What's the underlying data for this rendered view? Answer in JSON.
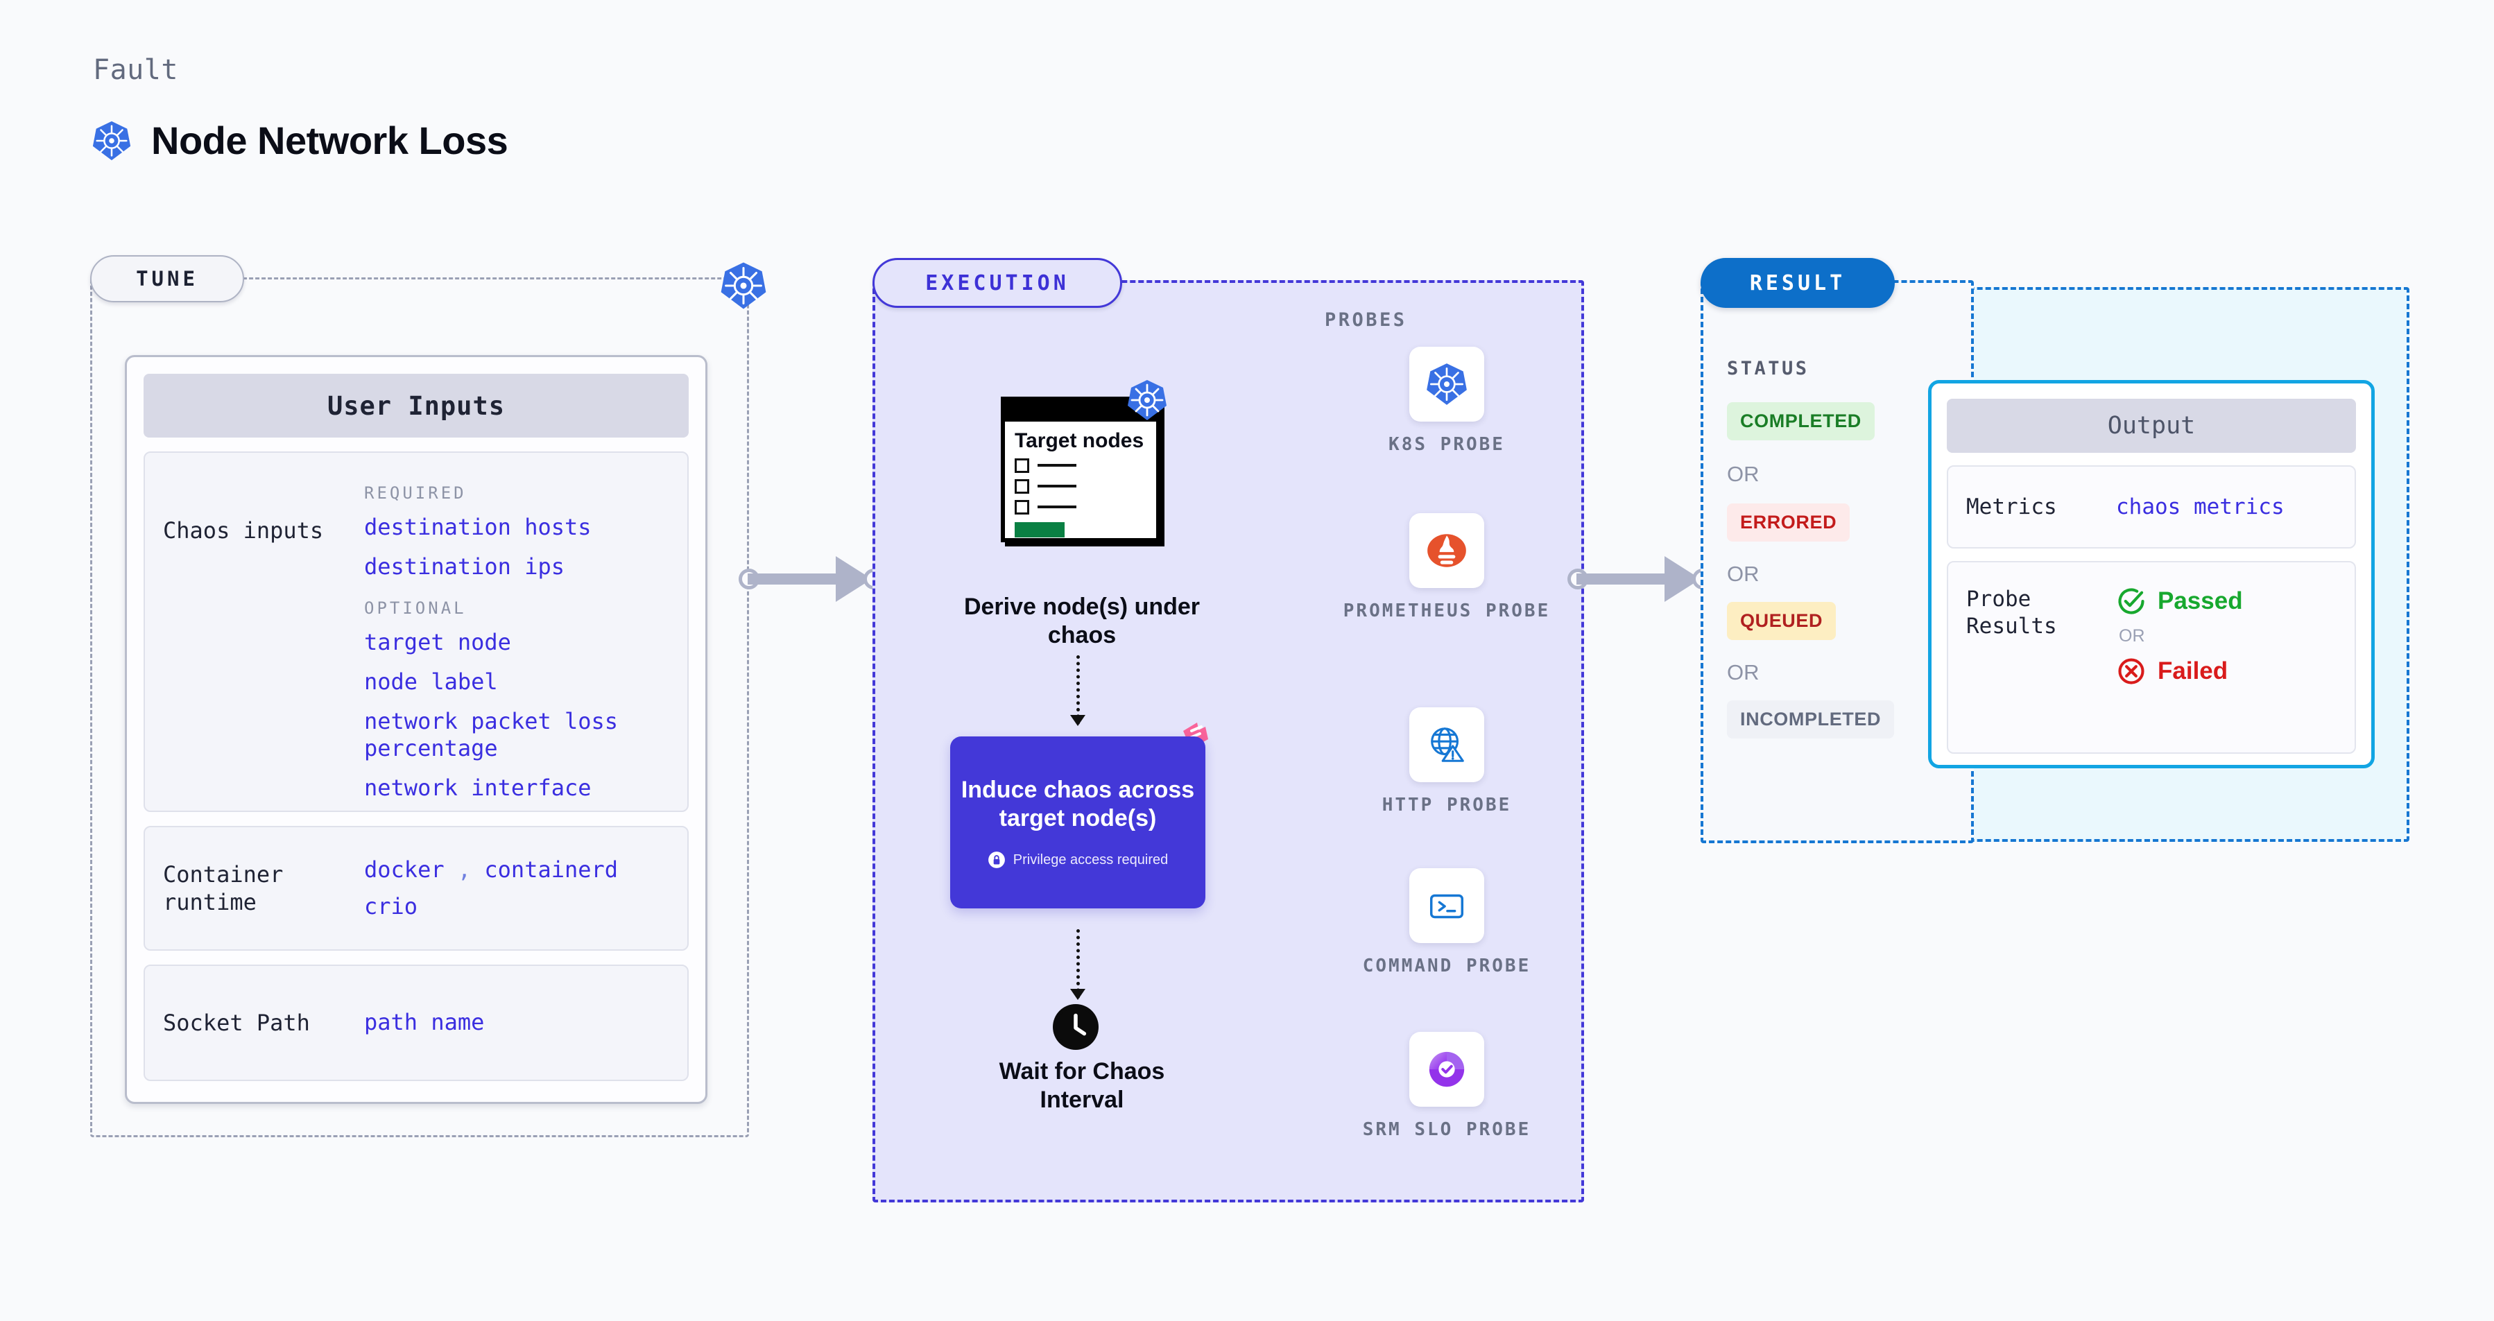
{
  "header": {
    "eyebrow": "Fault",
    "title": "Node Network Loss",
    "icon": "kubernetes-icon"
  },
  "stages": {
    "tune": {
      "label": "TUNE"
    },
    "execution": {
      "label": "EXECUTION"
    },
    "result": {
      "label": "RESULT"
    }
  },
  "tune": {
    "card_title": "User Inputs",
    "rows": [
      {
        "label": "Chaos inputs",
        "groups": [
          {
            "title": "REQUIRED",
            "values": [
              "destination hosts",
              "destination ips"
            ]
          },
          {
            "title": "OPTIONAL",
            "values": [
              "target node",
              "node label",
              "network packet loss percentage",
              "network interface"
            ]
          }
        ]
      },
      {
        "label": "Container runtime",
        "values_line1": "docker",
        "values_comma": ",",
        "values_line1b": "containerd",
        "values_line2": "crio"
      },
      {
        "label": "Socket Path",
        "value": "path name"
      }
    ]
  },
  "execution": {
    "node_card": {
      "title": "Target nodes",
      "badge": "kubernetes-icon"
    },
    "steps": [
      {
        "caption": "Derive node(s) under chaos"
      },
      {
        "caption": "Induce chaos across target node(s)",
        "note": "Privilege access required",
        "note_icon": "lock-icon"
      },
      {
        "caption": "Wait for Chaos Interval",
        "icon": "clock-icon"
      }
    ],
    "probes_title": "PROBES",
    "probes": [
      {
        "name": "K8S PROBE",
        "icon": "kubernetes-icon"
      },
      {
        "name": "PROMETHEUS PROBE",
        "icon": "prometheus-icon"
      },
      {
        "name": "HTTP PROBE",
        "icon": "http-globe-warning-icon"
      },
      {
        "name": "COMMAND PROBE",
        "icon": "terminal-icon"
      },
      {
        "name": "SRM SLO PROBE",
        "icon": "srm-slo-icon"
      }
    ]
  },
  "result": {
    "status_label": "STATUS",
    "or_label": "OR",
    "statuses": [
      {
        "label": "COMPLETED",
        "color": "#1a7d26",
        "bg": "#ddf4dd"
      },
      {
        "label": "ERRORED",
        "color": "#c31b1b",
        "bg": "#fdeaea"
      },
      {
        "label": "QUEUED",
        "color": "#b02020",
        "bg": "#fdeec2"
      },
      {
        "label": "INCOMPLETED",
        "color": "#626a7e",
        "bg": "#eff1f6"
      }
    ],
    "output": {
      "title": "Output",
      "metrics_label": "Metrics",
      "metrics_value": "chaos metrics",
      "probe_results_label": "Probe Results",
      "passed_label": "Passed",
      "failed_label": "Failed",
      "or_label": "OR",
      "passed_icon": "check-circle-icon",
      "failed_icon": "x-circle-icon"
    }
  },
  "colors": {
    "accent_purple": "#4338d8",
    "accent_blue": "#1677d2",
    "accent_cyan": "#12a5e3",
    "value_blue": "#3a2ee0",
    "k8s_blue": "#3970e4",
    "pink": "#f9649a"
  }
}
